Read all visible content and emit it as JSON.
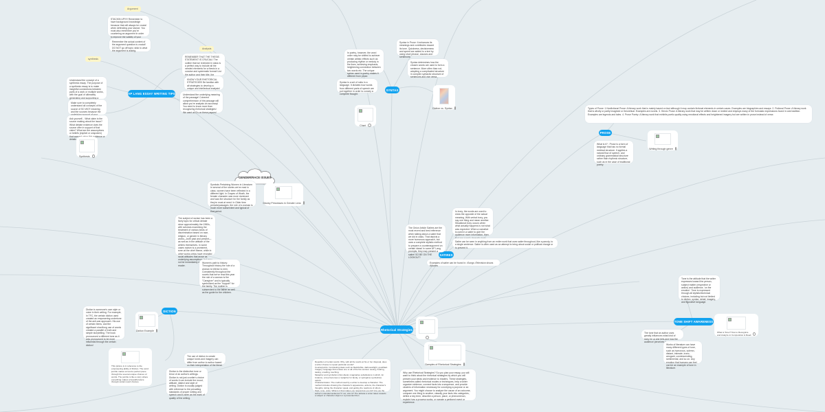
{
  "map": {
    "central": "Rhetorical Strategies",
    "topics": {
      "ap_lang": "AP LANG ESSAY WRITING TIPS",
      "syntax": "SYNTAX",
      "prose": "PROSE",
      "satires": "SATIRES",
      "tone_shift": "TONE SHIFT AWARENESS",
      "diction": "DICTION",
      "gender_race": "GENDER/RACE ISSUES"
    },
    "labels": {
      "argument": "Argument",
      "analysis": "Analysis",
      "synthesis": "synthesis"
    },
    "ap_lang_notes": {
      "argument_1": "STACKIN UP!!!!! Remember to have background knowledge because that will always be crucial when defending your stance. You must also remember you're countering an argument in order to improve the validity of your argument! Don't forget the spin!",
      "argument_2": "Remember the actual content of the argument question is crucial! DO NOT go off topic; stick to what the argument is asking.",
      "analysis_1": "REMEMBER THAT THE THESIS STATEMENT IS CRUCIAL! The outline that we reviewed in class is a perfect way to include all the needed elements for a thesis in a concise and systematic format! List the author and their title, the rhetorical strategies, and you're \"here!\"",
      "analysis_2": "KNOW YOUR RHETORICAL STRATEGIES! Be familiar with all strategies to develop a unique and intellectual analysis!",
      "analysis_3": "Understand the underlying meaning of the passage! Coherent comprehension of the passage will allow you're analysis an accuracy! You need to know more than recognizing rhetorical strategies! We want all 9's on these papers!",
      "synthesis_1": "Understand the concept of a synthesis essay. The purpose of a synthesis essay is to make insightful connections between parts of a work or multiple works, with the goal of ultimately generating and supporting a claim about a topic.",
      "synthesis_2": "Make sure to completely understand all concepts of the source of SO WOT meaning and the sources because the underlying support of your argument becomes INVALID!",
      "synthesis_3": "Ask yourself... What claim is the source making about the issue? What debate evidence does the source offer in support of that claim? What are the assumptions or beliefs (explicit or unspoken) that warrant using this evidence or details support the claim?",
      "synthesis_img": "Synthesis"
    },
    "syntax_notes": {
      "poetry": "In poetry, however, the word order may be shifted to achieve certain artistic effects such as producing rhythm or melody in the lines, achieving emphasis, heightening connection between two words etc. The unique syntax used in poetry makes it different from prose.",
      "definition": "Syntax is a set of rules in a language. It dictates how words from different parts of speech are put together in order to convey a complete thought.",
      "chart_img": "Chart",
      "in_prose": "Syntax in Prose: It enhances its meanings and contributes toward its tone. Quickness, decisiveness and speed are added to a text by using short phrase, clauses and sentences.",
      "determines": "Syntax determines how the chosen words are used to form a sentence. More often than not, adopting a complicated structure in complex syntactic structure of sentences and vice versa.",
      "diction_vs_syntax_img": "Diction vs. Syntax"
    },
    "prose_notes": {
      "types": "Types of Prose:        1.Nonfictional Prose: A literary work that is mainly based on fact although it may contain fictional elements in certain cases. Examples are biographies and essays.        2. Fictional Prose: A literary work that is wholly or partly imagined or theoretical. Examples are novels.        3. Heroic Prose: A literary work that may be written down or recited and employs many of the formulaic expressions found in oral tradition. Examples are legends and tales.        4. Prose Poetry: A literary work that exhibits poetic quality using emotional effects and heightened imagery but are written in prose instead of verse.",
      "what_is_it": "What is it? : Prose is a form of language that has no formal metrical structure. It applies a natural flow of speech, and ordinary grammatical structure rather than rhythmic structure, such as in the case of traditional poetry.",
      "writing_img": "Writing through genre"
    },
    "satire_notes": {
      "irony": "In irony, the words are used to show the opposite of the actual meaning. With verbal irony, you say one thing and mean another. Situational irony occurs when what actually happens is not what was expected. When a narrative is used in a satire to give the audience more information, then that can supply dramatic irony.",
      "onion": "The Onion Article Satires are the most recent and best reference when talking about a satire that we did in class. That depicts a more humorous approach, but uses a complete stylistic method to prepare a counterargument on certain ideas! In some AP Lang prompts, they may present a satire! SO BE ON THE LOOKOUT!",
      "seen_everything": "Satire can be seen in anything from an entire work that uses satire throughout, like a parody, to a single sentence. Satire is often used as an attempt to bring about social or political change or to prevent it.",
      "examples": "Examples of satire can be found in: •Songs •Television shows •Movies"
    },
    "tone_notes": {
      "definition": "Tone is the attitude that the writer expresses toward the person, subject matter (respective or action) and audience, 'on the emotion'. Tone is expressed through all stylistic/technical choices, including but not limited to diction, syntax, detail, imagery, and figurative language.",
      "shift_influence": "The tone that an author uses greatly influences what kind of story he or she tells and how the audience perceives it.",
      "works": "Works of literature can have many different types of tone, such as humorous, solemn, distant, intimate, ironic, arrogant, condescending, sentimental, and so on. Any emotion that humans can feel can be an example of tone in literature.",
      "video_img": "What is Tone? How to Recognize and Analyze in Composition & Read"
    },
    "diction_notes": {
      "definition": "Diction is someone's own style or voice in their writing. For example, In TFC, the certain diction used created an empowering undertone of the anti-war approach. His use of certain items, and the significant short/long use of words created a parallel of truth and simple storytelling. The book pronounced a different tone as it was pronounced to be more influential through the certain diction!",
      "diction_example_img": "Diction Example",
      "picture_ref": "This picture is in reference to the empowering ability of Diction. The word jumble makes art and a perfect piece through the several unique choices of words. The jumble is like a story where everything makes a beautiful piece through certain word choices.",
      "use_of_diction": "The use of diction to create unique tones and imagery can differ from author to author based on their interpretation of the literal.",
      "distinctive": "Diction is the distinctive tone or tenor of an author's writings. Diction is not just a writer's choice of words it can include the mood, attitude, dialect and style of writing. Diction is usually judged with reference to the prevailing standards of proper writing and speech and is seen as the mark of quality of the writing."
    },
    "gender_notes": {
      "symbols": "Symbols Pertaining Women in Literature: In several of the stories we've read in class, women have been reflected in a different light. In Grapes of Wrath, the female character was more dominant and was the structure for the family as they're most at need. In Older time periods/passages, the role of a woman is much more subservient and typical of that period.",
      "disney_img": "Disney Princesses in Gender Lens",
      "racism": "The subject of racism has been a lively topic for critical debate since approximately the 1960s, with scholars examining the treatment of various kinds of discrimination based on race, religion, or gender in literary works—both past and present—as well as in the attitude of the writers themselves. In some cases racism is a prominent, even at the chief theme, while in other works critics have revealed racial attitudes that arose as underlying assumptions, but may not be immediately evident to the reader.",
      "women_inferiority": "Women's path to history: Throughout history the role of a woman is inferior to men. Consistently throughout the novels that we've read this year the role of a woman is the \"Caregiver\" and is typically symbolized as the \"support\" for the family. The mother is subservient to the father as well as the guide for the children."
    },
    "rhetorical_notes": {
      "blank_img": "",
      "samples_img": "Samples of Rhetorical Strategies",
      "why_use": "Why use Rhetorical Strategies? So you plan your essay, you will want to think about the rhetorical strategies by which you will present your ideas and evidence to readers. These strategies, sometimes called rhetorical modes or techniques, help a writer organize evidence, connect facts into a sequence, and provide clusters of information necessary for conveying a purpose or an argument. You might choose to analyze the cause of an outcome, compare one thing to another, classify your facts into categories, define a key term, describe a person, place, or phenomenon, explain how a process works, or narrate a pertinent event or experience.",
      "devices": "Repetition of certain words: Why, with all the words at his or her disposal, does a writer choose to repeat particular words?\nCounterpoints: Contrasting ideas such as black/white, darkness/light, good/bad.\nImagery: language that evokes one or all of the five senses: seeing, hearing, tasting, smelling, touching.\nMetaphor and symbolism (Non-literal, imaginative substitutions in which, for instance, a tree becomes a metaphor for family, or springtime symbolizes rebirth.\nCharacterization: The method used by a writer to develop a character. The method includes showing the character's appearance, actions, the character's thoughts, letting the character speak, and getting the reactions of others.\nStyle, tone, voice: What is it that makes you respond as you do? Are you the author's intended audience? If not, who is? The attitude a writer takes towards a subject or character object or a presented then"
    },
    "colors": {
      "background": "#e6edf0",
      "topic_pill": "#13a3ef",
      "label_bg": "#fdf6c8",
      "line": "#c9d3d8"
    }
  }
}
